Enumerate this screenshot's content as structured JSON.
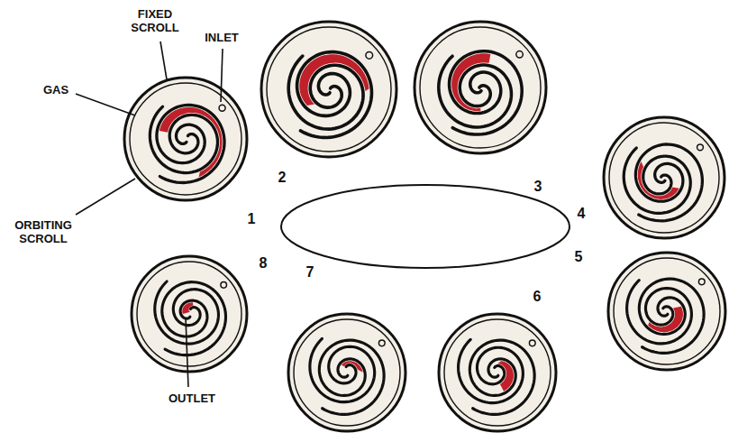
{
  "diagram": {
    "labels": [
      "FIXED SCROLL",
      "INLET",
      "GAS",
      "ORBITING SCROLL",
      "OUTLET",
      "1",
      "2",
      "3",
      "4",
      "5",
      "6",
      "7",
      "8"
    ]
  }
}
